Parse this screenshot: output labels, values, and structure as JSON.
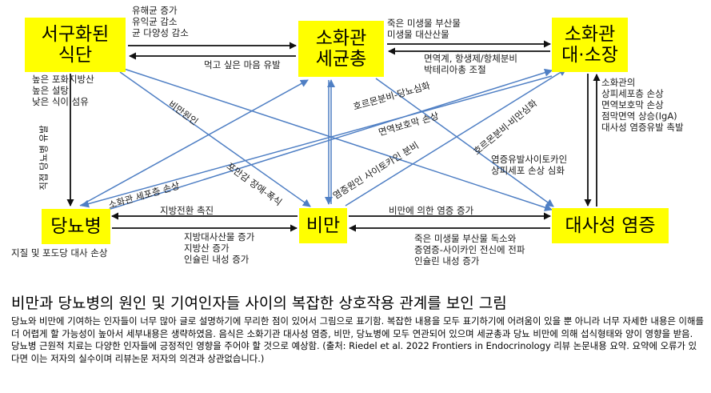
{
  "nodes": {
    "western_diet": "서구화된\n식단",
    "gut_microbiota": "소화관\n세균총",
    "gut_small_large": "소화관\n대·소장",
    "diabetes": "당뇨병",
    "obesity": "비만",
    "metabolic_inflammation": "대사성 염증"
  },
  "labels": {
    "diet_to_microbiota": "유해균 증가\n유익균 감소\n균 다양성 감소",
    "microbiota_to_diet": "먹고 싶은 마음 유발",
    "diet_below": "높은 포화지방산\n높은 설탕\n낮은 식이 섬유",
    "diet_to_diabetes": "직접 당뇨병 유발",
    "microbiota_to_gut": "죽은 미생물 부산물\n미생물 대산산물",
    "gut_to_microbiota": "면역계, 항생제/항체분비\n박테리아총 조절",
    "hormone_diabetes": "호르몬분비-당뇨심화",
    "immune_damage": "면역보호막 손상",
    "hormone_obesity": "호르몬분비-비만심화",
    "inflammatory_cytokine": "염증원인 사이토카인 분비",
    "obesity_cause": "비만원인",
    "satiety_disorder": "포만감 장애-폭식",
    "gut_cell_damage": "소화관 세포층 손상",
    "gut_right": "소화관의\n상피세포층 손상\n면역보호막 손상\n점막면역 상승(IgA)\n대사성 염증유발 촉발",
    "cytokine_epithelium": "염증유발사이토카인\n상피세포 손상 심화",
    "obesity_to_diabetes": "지방전환 촉진",
    "diabetes_to_obesity": "지방대사산물 증가\n지방산 증가\n인슐린 내성 증가",
    "diabetes_below": "지질 및 포도당 대사 손상",
    "obesity_to_inflammation": "비만에 의한 염증 증가",
    "inflammation_to_obesity": "죽은 미생물 부산물 독소와\n증염증-사이카인 전신에 전파\n인슐린 내성 증가"
  },
  "caption": {
    "title": "비만과 당뇨병의 원인 및 기여인자들 사이의 복잡한 상호작용 관계를 보인 그림",
    "body": "당뇨와 비만에 기여하는 인자들이 너무 많아 글로 설명하기에 무리한 점이 있어서 그림으로 표기함. 복잡한 내용을 모두 표기하기에 어려움이 있을 뿐 아니라 너무 자세한 내용은 이해를 더 어렵게 할 가능성이 높아서 세부내용은 생략하였음. 음식은 소화기관 대사성 염증, 비만, 당뇨병에 모두 연관되어 있으며 세균총과 당뇨 비만에 의해 섭식형태와 양이 영향을 받음. 당뇨병 근원적 치료는 다양한 인자들에 긍정적인 영향을 주어야 할 것으로 예상함. (출처: Riedel et al. 2022 Frontiers in Endocrinology 리뷰 논문내용 요약. 요약에 오류가 있다면 이는 저자의 실수이며 리뷰논문 저자의 의견과 상관없습니다.)"
  },
  "colors": {
    "node_fill": "#ffff00",
    "black_arrow": "#111111",
    "blue_arrow": "#4f7fc4"
  }
}
